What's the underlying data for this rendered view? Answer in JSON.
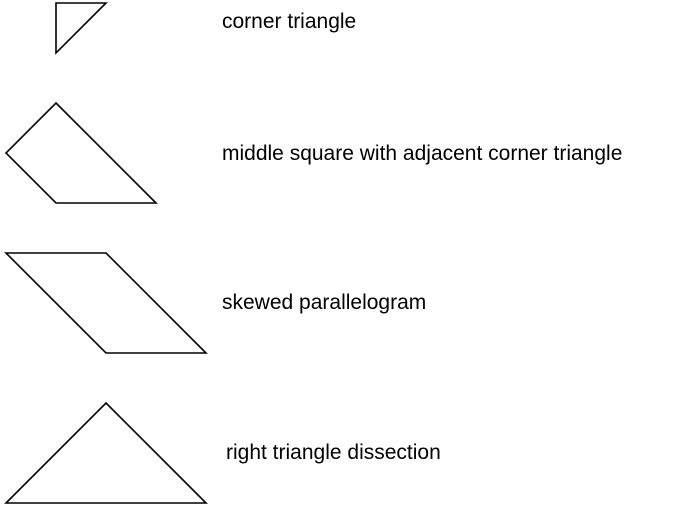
{
  "colors": {
    "background": "#ffffff",
    "stroke": "#000000",
    "text": "#000000"
  },
  "items": [
    {
      "label": "corner triangle",
      "shape": "corner-triangle"
    },
    {
      "label": "middle square with adjacent corner triangle",
      "shape": "pentagon"
    },
    {
      "label": "skewed parallelogram",
      "shape": "parallelogram"
    },
    {
      "label": "right triangle dissection",
      "shape": "right-triangle"
    }
  ]
}
